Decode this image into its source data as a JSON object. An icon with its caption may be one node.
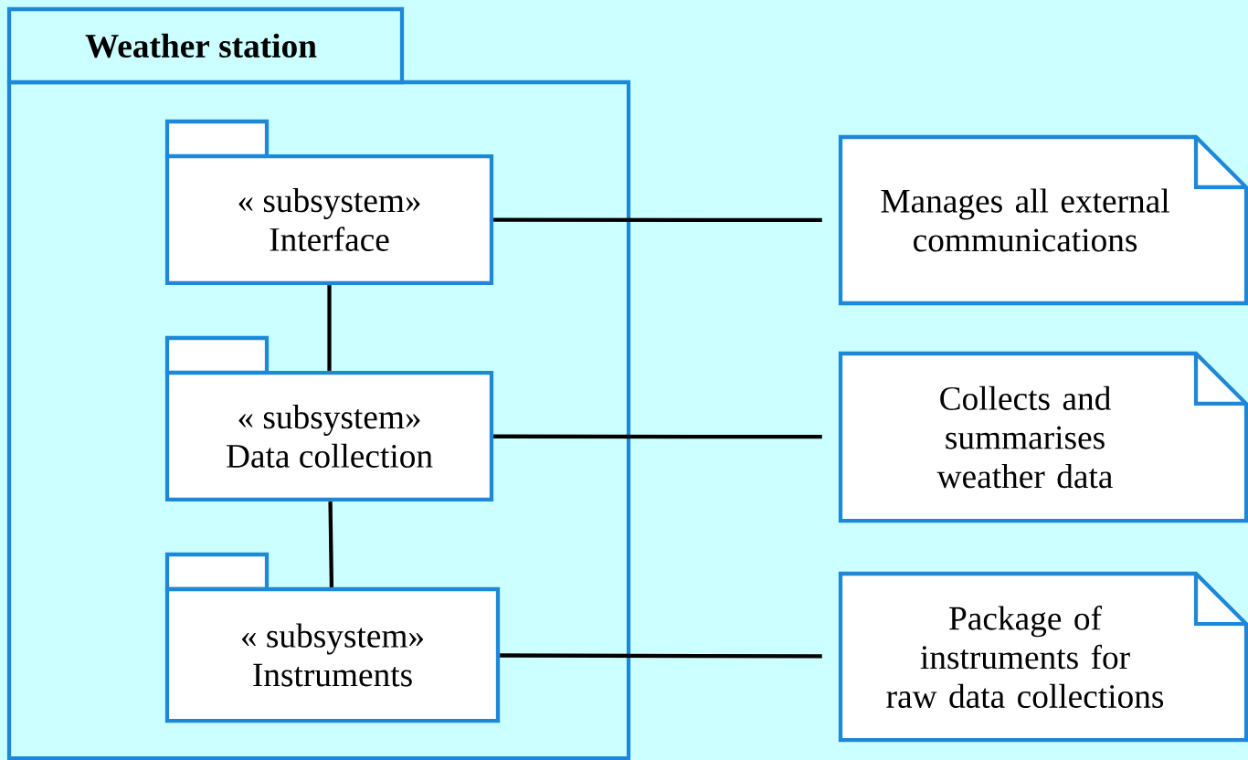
{
  "diagram": {
    "nodes": [
      {
        "text": [
          "Weather station"
        ]
      },
      {
        "text": [
          "« subsystem»",
          "Interface"
        ],
        "in": 0
      },
      {
        "text": [
          "« subsystem»",
          "Data collection"
        ],
        "in": 0
      },
      {
        "text": [
          "« subsystem»",
          "Instruments"
        ],
        "in": 0
      },
      {
        "text": [
          "Manages all external communications"
        ]
      },
      {
        "text": [
          "Collects and summarises weather data"
        ]
      },
      {
        "text": [
          "Package of instruments for raw data collections"
        ]
      }
    ],
    "edges": [
      {
        "from": 1,
        "to": 2,
        "arrow": "none"
      },
      {
        "from": 2,
        "to": 3,
        "arrow": "none"
      },
      {
        "from": 1,
        "to": 4,
        "arrow": "none"
      },
      {
        "from": 2,
        "to": 5,
        "arrow": "none"
      },
      {
        "from": 3,
        "to": 6,
        "arrow": "none"
      }
    ]
  }
}
